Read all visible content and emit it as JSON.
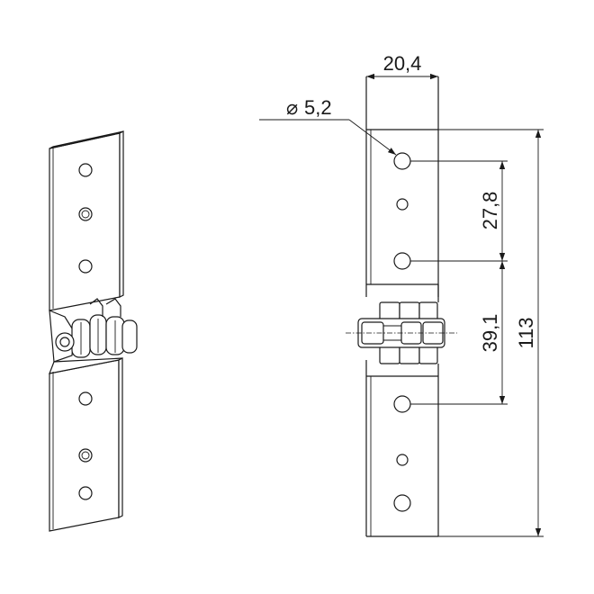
{
  "dimensions": {
    "width": "20,4",
    "hole_diameter": "5,2",
    "hole_spacing": "27,8",
    "leaf_hole_spacing": "39,1",
    "overall_length": "113"
  },
  "symbols": {
    "diameter": "⌀"
  }
}
